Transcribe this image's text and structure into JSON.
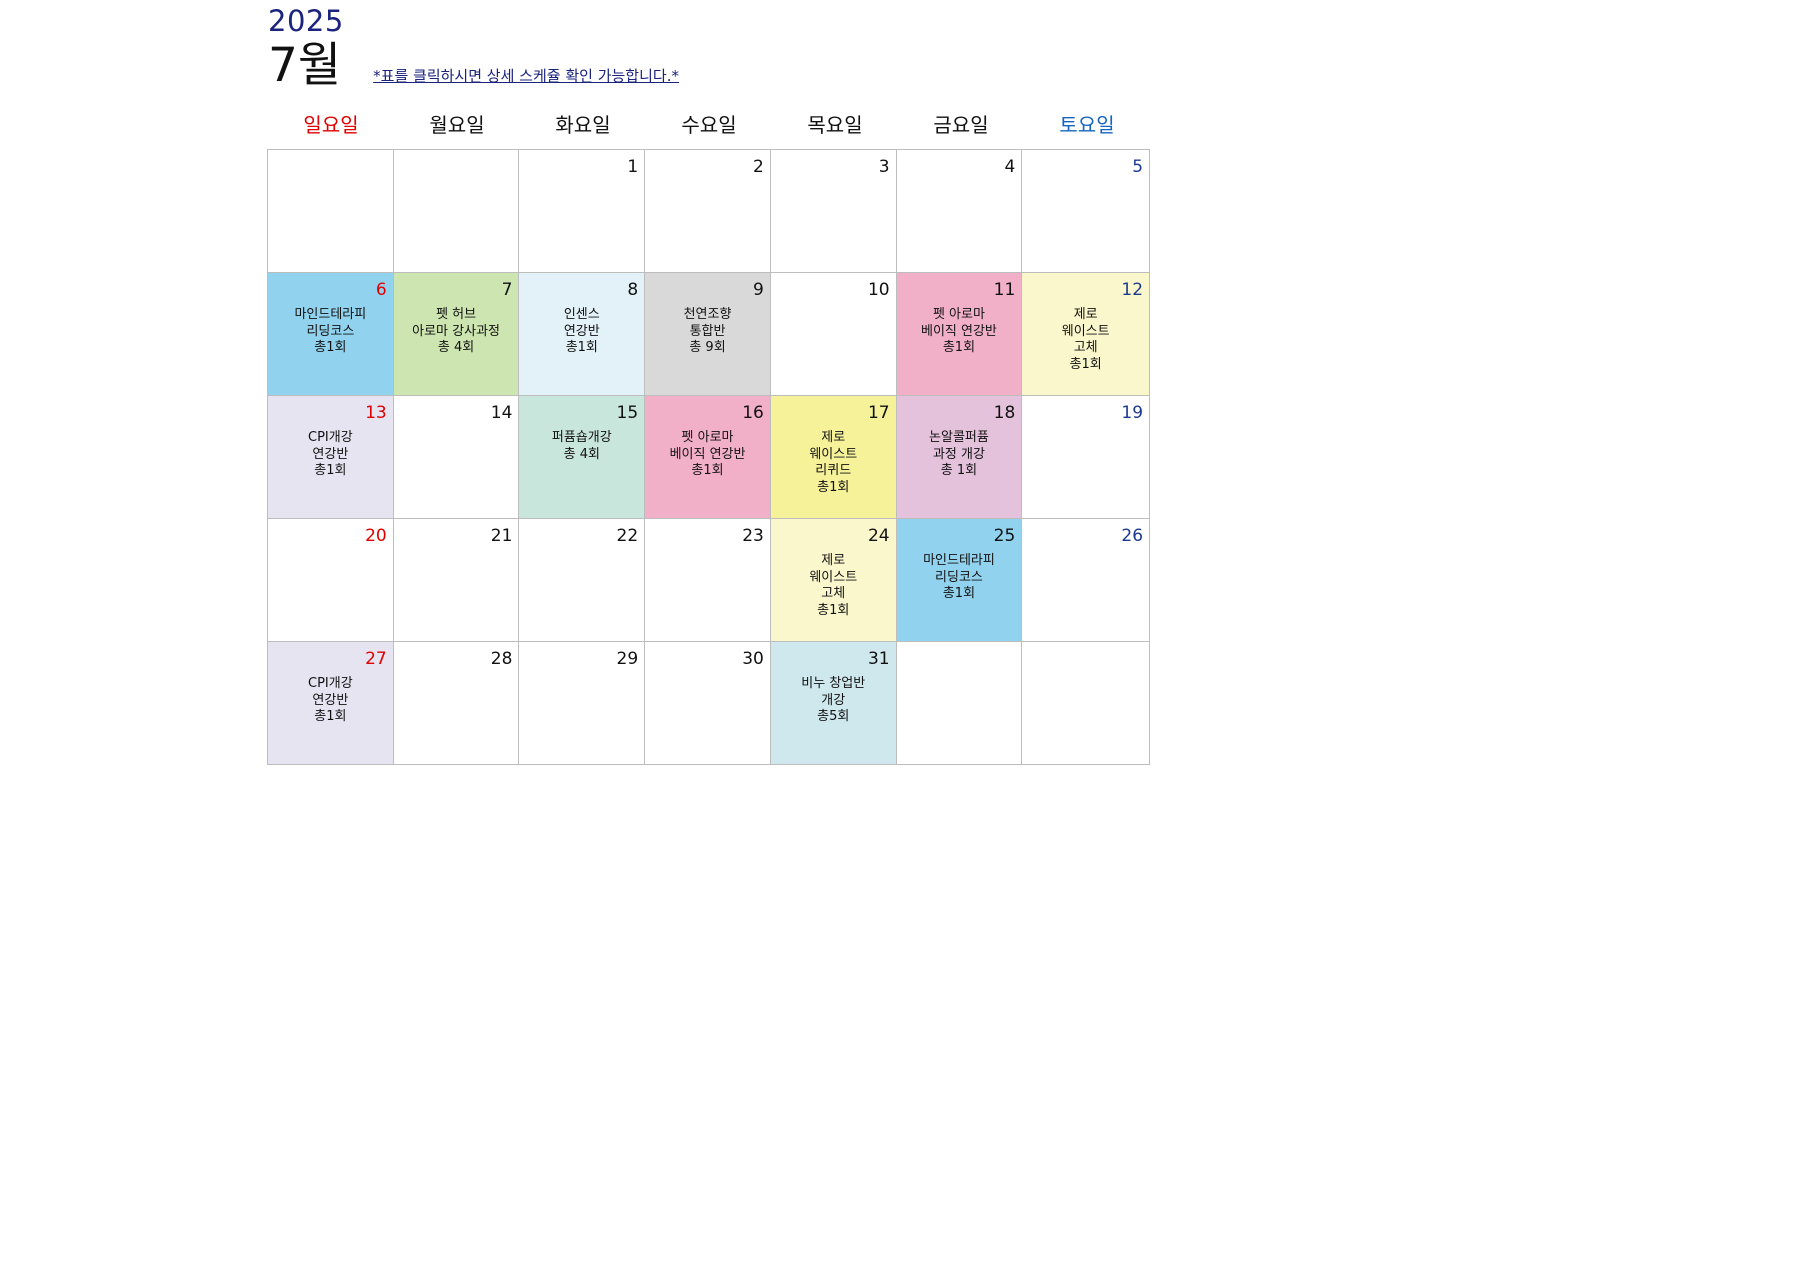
{
  "header": {
    "year": "2025",
    "month": "7월",
    "note": "*표를 클릭하시면 상세 스케쥴 확인 가능합니다.*"
  },
  "weekdays": [
    "일요일",
    "월요일",
    "화요일",
    "수요일",
    "목요일",
    "금요일",
    "토요일"
  ],
  "colors": {
    "sunday": "#e00000",
    "saturday_header": "#1565c0",
    "saturday_date": "#1a3a8f",
    "year_and_note": "#1a237e",
    "grid_line": "#bdbdbd"
  },
  "weeks": [
    [
      {
        "day": "",
        "event": "",
        "bg": ""
      },
      {
        "day": "",
        "event": "",
        "bg": ""
      },
      {
        "day": "1",
        "event": "",
        "bg": ""
      },
      {
        "day": "2",
        "event": "",
        "bg": ""
      },
      {
        "day": "3",
        "event": "",
        "bg": ""
      },
      {
        "day": "4",
        "event": "",
        "bg": ""
      },
      {
        "day": "5",
        "event": "",
        "bg": ""
      }
    ],
    [
      {
        "day": "6",
        "event": "마인드테라피\n리딩코스\n총1회",
        "bg": "#91d3ee"
      },
      {
        "day": "7",
        "event": "펫 허브\n아로마 강사과정\n총 4회",
        "bg": "#cde5b0"
      },
      {
        "day": "8",
        "event": "인센스\n연강반\n총1회",
        "bg": "#e3f2f8"
      },
      {
        "day": "9",
        "event": "천연조향\n통합반\n총 9회",
        "bg": "#d9d9d9"
      },
      {
        "day": "10",
        "event": "",
        "bg": ""
      },
      {
        "day": "11",
        "event": "펫 아로마\n베이직 연강반\n총1회",
        "bg": "#f2b0c8"
      },
      {
        "day": "12",
        "event": "제로\n웨이스트\n고체\n총1회",
        "bg": "#faf7cc"
      }
    ],
    [
      {
        "day": "13",
        "event": "CPI개강\n연강반\n총1회",
        "bg": "#e6e4f1"
      },
      {
        "day": "14",
        "event": "",
        "bg": ""
      },
      {
        "day": "15",
        "event": "퍼퓸숍개강\n총 4회",
        "bg": "#c9e6dc"
      },
      {
        "day": "16",
        "event": "펫 아로마\n베이직 연강반\n총1회",
        "bg": "#f2b0c8"
      },
      {
        "day": "17",
        "event": "제로\n웨이스트\n리퀴드\n총1회",
        "bg": "#f5f29a"
      },
      {
        "day": "18",
        "event": "논알콜퍼퓸\n과정 개강\n총 1회",
        "bg": "#e5c2dc"
      },
      {
        "day": "19",
        "event": "",
        "bg": ""
      }
    ],
    [
      {
        "day": "20",
        "event": "",
        "bg": ""
      },
      {
        "day": "21",
        "event": "",
        "bg": ""
      },
      {
        "day": "22",
        "event": "",
        "bg": ""
      },
      {
        "day": "23",
        "event": "",
        "bg": ""
      },
      {
        "day": "24",
        "event": "제로\n웨이스트\n고체\n총1회",
        "bg": "#faf7cc"
      },
      {
        "day": "25",
        "event": "마인드테라피\n리딩코스\n총1회",
        "bg": "#91d3ee"
      },
      {
        "day": "26",
        "event": "",
        "bg": ""
      }
    ],
    [
      {
        "day": "27",
        "event": "CPI개강\n연강반\n총1회",
        "bg": "#e6e4f1"
      },
      {
        "day": "28",
        "event": "",
        "bg": ""
      },
      {
        "day": "29",
        "event": "",
        "bg": ""
      },
      {
        "day": "30",
        "event": "",
        "bg": ""
      },
      {
        "day": "31",
        "event": "비누 창업반\n개강\n총5회",
        "bg": "#cfe8ee"
      },
      {
        "day": "",
        "event": "",
        "bg": ""
      },
      {
        "day": "",
        "event": "",
        "bg": ""
      }
    ]
  ]
}
